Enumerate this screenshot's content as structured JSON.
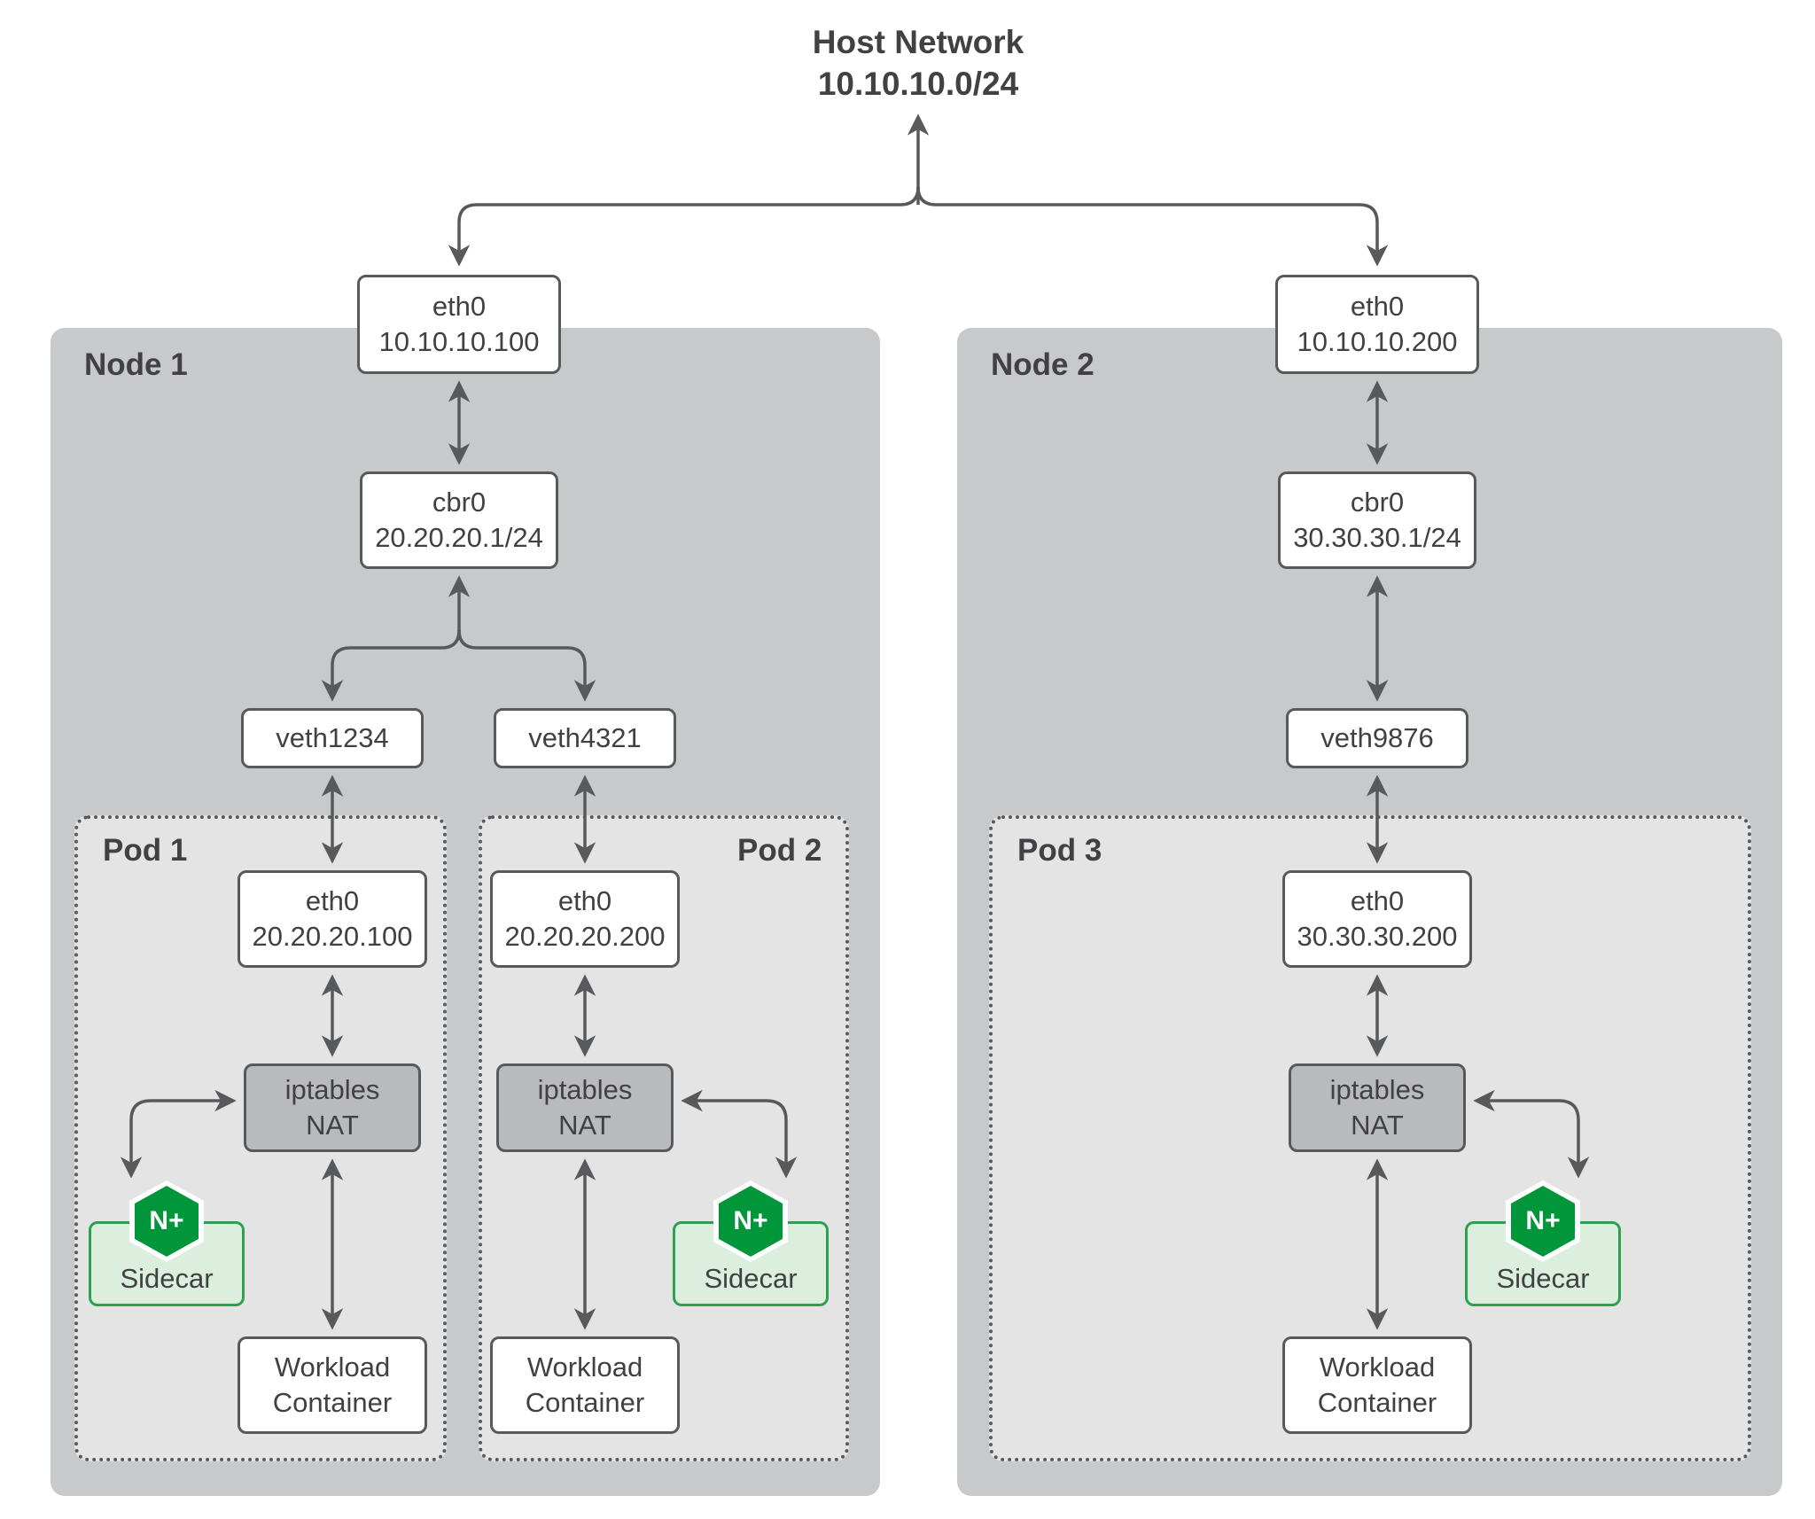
{
  "title": {
    "line1": "Host Network",
    "line2": "10.10.10.0/24"
  },
  "node1": {
    "label": "Node 1",
    "eth0": {
      "line1": "eth0",
      "line2": "10.10.10.100"
    },
    "cbr0": {
      "line1": "cbr0",
      "line2": "20.20.20.1/24"
    },
    "veth1": "veth1234",
    "veth2": "veth4321",
    "pod1": {
      "label": "Pod 1",
      "eth0": {
        "line1": "eth0",
        "line2": "20.20.20.100"
      },
      "nat": {
        "line1": "iptables",
        "line2": "NAT"
      },
      "sidecar_badge": "N+",
      "sidecar_label": "Sidecar",
      "workload": {
        "line1": "Workload",
        "line2": "Container"
      }
    },
    "pod2": {
      "label": "Pod 2",
      "eth0": {
        "line1": "eth0",
        "line2": "20.20.20.200"
      },
      "nat": {
        "line1": "iptables",
        "line2": "NAT"
      },
      "sidecar_badge": "N+",
      "sidecar_label": "Sidecar",
      "workload": {
        "line1": "Workload",
        "line2": "Container"
      }
    }
  },
  "node2": {
    "label": "Node 2",
    "eth0": {
      "line1": "eth0",
      "line2": "10.10.10.200"
    },
    "cbr0": {
      "line1": "cbr0",
      "line2": "30.30.30.1/24"
    },
    "veth": "veth9876",
    "pod3": {
      "label": "Pod 3",
      "eth0": {
        "line1": "eth0",
        "line2": "30.30.30.200"
      },
      "nat": {
        "line1": "iptables",
        "line2": "NAT"
      },
      "sidecar_badge": "N+",
      "sidecar_label": "Sidecar",
      "workload": {
        "line1": "Workload",
        "line2": "Container"
      }
    }
  },
  "colors": {
    "line": "#58595b",
    "text": "#414042",
    "node_bg": "#c8c9ca",
    "pod_bg": "#e4e4e5",
    "nat_bg": "#b9babc",
    "nginx_green": "#009639",
    "sidecar_bg": "#dcefdf",
    "sidecar_border": "#2da14f"
  }
}
